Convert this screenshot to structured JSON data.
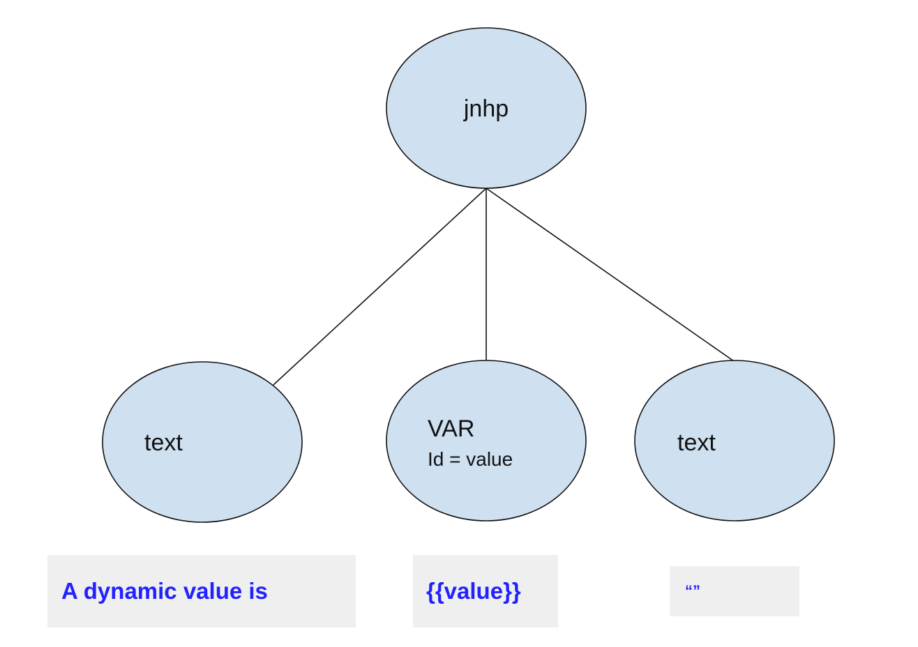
{
  "colors": {
    "node_fill": "#cfe0f1",
    "node_stroke": "#111111",
    "code_box_background": "#efefef",
    "code_text": "#2222ff"
  },
  "nodes": {
    "root": {
      "label": "jnhp"
    },
    "left": {
      "label": "text"
    },
    "middle": {
      "label": "VAR",
      "sublabel": "Id = value"
    },
    "right": {
      "label": "text"
    }
  },
  "edges": [
    {
      "from": "root",
      "to": "left"
    },
    {
      "from": "root",
      "to": "middle"
    },
    {
      "from": "root",
      "to": "right"
    }
  ],
  "code_boxes": [
    {
      "text": "A dynamic value is"
    },
    {
      "text": "{{value}}"
    },
    {
      "text": "“”"
    }
  ]
}
